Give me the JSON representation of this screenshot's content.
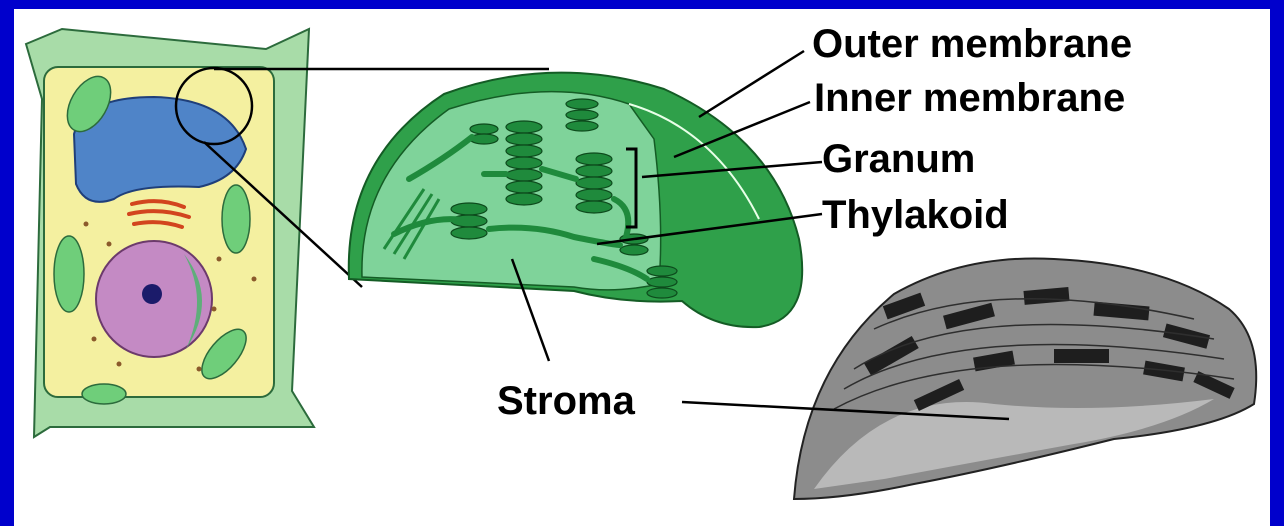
{
  "labels": {
    "outer_membrane": "Outer membrane",
    "inner_membrane": "Inner membrane",
    "granum": "Granum",
    "thylakoid": "Thylakoid",
    "stroma": "Stroma"
  },
  "colors": {
    "frame": "#0000cc",
    "cell_wall": "#a8dca8",
    "cytoplasm": "#f4f0a0",
    "vacuole": "#4f84c8",
    "nucleus": "#c48ac4",
    "chloroplast_outer": "#2fa04a",
    "chloroplast_inner": "#7fd39a",
    "micrograph": "#6a6a6a"
  }
}
